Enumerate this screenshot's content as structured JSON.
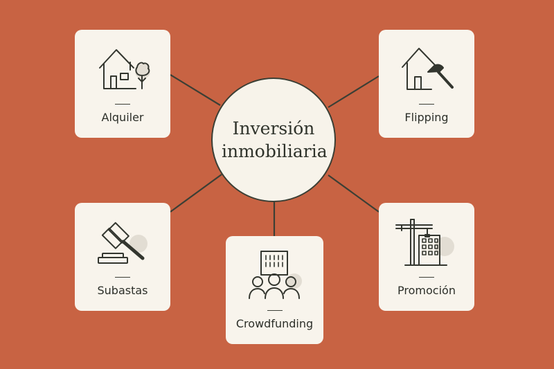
{
  "hub": {
    "title": "Inversión inmobiliaria"
  },
  "cards": {
    "alquiler": {
      "label": "Alquiler",
      "icon": "house-tree-icon"
    },
    "flipping": {
      "label": "Flipping",
      "icon": "house-hammer-icon"
    },
    "subastas": {
      "label": "Subastas",
      "icon": "gavel-icon"
    },
    "crowdfunding": {
      "label": "Crowdfunding",
      "icon": "people-building-icon"
    },
    "promocion": {
      "label": "Promoción",
      "icon": "crane-building-icon"
    }
  },
  "colors": {
    "background": "#c86343",
    "card": "#f8f4ec",
    "line": "#3b3f35",
    "icon_accent": "#e2ddd3"
  }
}
